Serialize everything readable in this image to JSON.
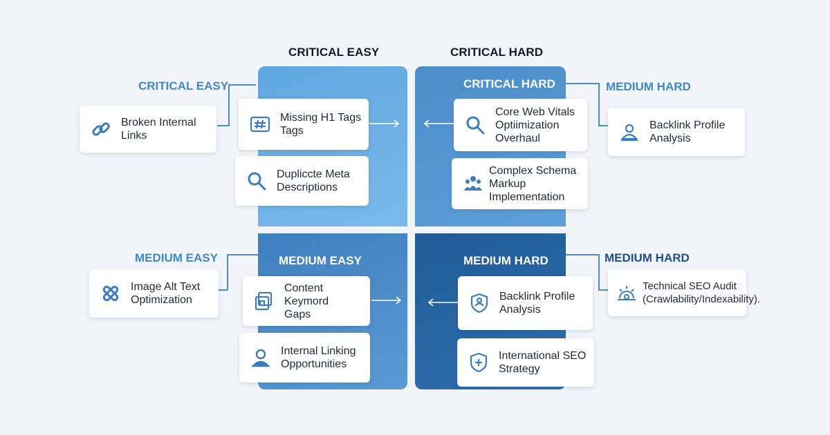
{
  "headers": {
    "left": "CRITICAL EASY",
    "right": "CRITICAL HARD"
  },
  "quadrants": {
    "top_left": {
      "title": "",
      "cards": [
        {
          "icon": "hashtag-icon",
          "text": "Missing H1 Tags\nTags"
        },
        {
          "icon": "magnifier-icon",
          "text": "Dupliccte Meta\nDescriptions"
        }
      ]
    },
    "top_right": {
      "title": "CRITICAL HARD",
      "cards": [
        {
          "icon": "magnifier-icon",
          "text": "Core Web Vitals\nOptiimization\nOverhaul"
        },
        {
          "icon": "people-icon",
          "text": "Complex Schema\n  Markup\nImplementation"
        }
      ]
    },
    "bottom_left": {
      "title": "MEDIUM EASY",
      "cards": [
        {
          "icon": "keyword-icon",
          "text": "Content\nKeymord\nGaps"
        },
        {
          "icon": "user-icon",
          "text": "Internal Linking\nOpportunities"
        }
      ]
    },
    "bottom_right": {
      "title": "MEDIUM HARD",
      "cards": [
        {
          "icon": "shield-icon",
          "text": "Backlink Profile\nAnalysis"
        },
        {
          "icon": "shield-plus-icon",
          "text": "International SEO\nStrategy"
        }
      ]
    }
  },
  "side_items": {
    "top_left": {
      "title": "CRITICAL EASY",
      "icon": "link-icon",
      "text": "Broken Internal\nLinks"
    },
    "top_right": {
      "title": "MEDIUM HARD",
      "icon": "profile-icon",
      "text": "Backlink Profile\nAnalysis"
    },
    "bottom_left": {
      "title": "MEDIUM EASY",
      "icon": "cross-link-icon",
      "text": "Image Alt Text\nOptimization"
    },
    "bottom_right": {
      "title": "MEDIUM HARD",
      "icon": "sun-gauge-icon",
      "text": "Technical SEO Audit\n(Crawlability/Indexability)."
    }
  },
  "colors": {
    "background": "#f1f5fa",
    "accent": "#3f87c8",
    "dark_accent": "#1f4f86",
    "icon": "#3a7cc0"
  }
}
